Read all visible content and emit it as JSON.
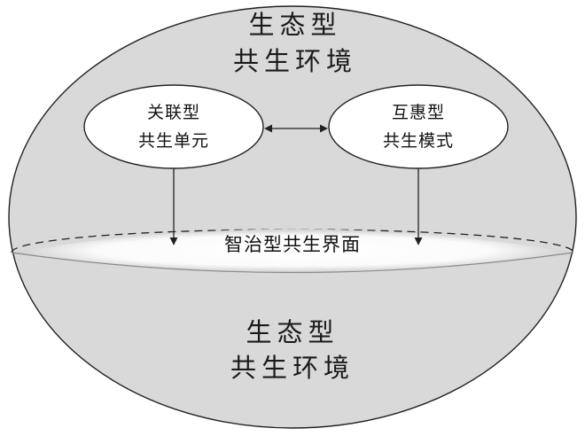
{
  "environment_top": {
    "line1": "生态型",
    "line2": "共生环境"
  },
  "environment_bottom": {
    "line1": "生态型",
    "line2": "共生环境"
  },
  "unit_node": {
    "line1": "关联型",
    "line2": "共生单元"
  },
  "mode_node": {
    "line1": "互惠型",
    "line2": "共生模式"
  },
  "interface": {
    "label": "智治型共生界面"
  },
  "colors": {
    "environment_fill": "#d9d9d9",
    "outline": "#222222",
    "node_fill": "#ffffff"
  }
}
